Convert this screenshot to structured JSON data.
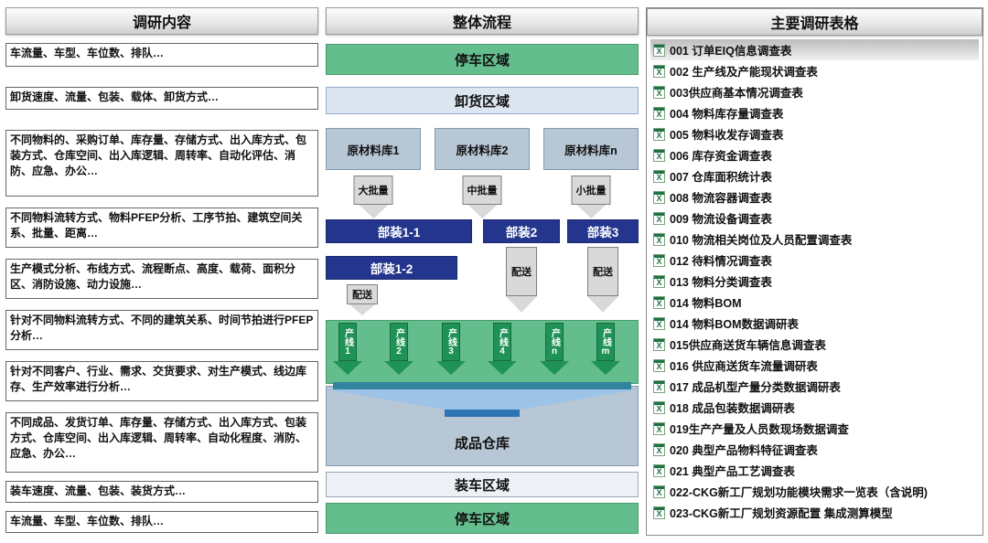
{
  "palette": {
    "green": "#63BD8C",
    "dark_green": "#1F9255",
    "navy": "#23358C",
    "gray_blue": "#B7C7D5",
    "light_blue": "#DCE6F1",
    "arrow_gray": "#D9D9D9",
    "funnel_light": "#9DC3E6",
    "funnel_dark": "#2E75B6",
    "funnel_teal": "#31849B",
    "excel_green": "#1E7145"
  },
  "left": {
    "header": "调研内容",
    "items": [
      "车流量、车型、车位数、排队…",
      "卸货速度、流量、包装、载体、卸货方式…",
      "不同物料的、采购订单、库存量、存储方式、出入库方式、包装方式、仓库空间、出入库逻辑、周转率、自动化评估、消防、应急、办公…",
      "不同物料流转方式、物料PFEP分析、工序节拍、建筑空间关系、批量、距离…",
      "生产模式分析、布线方式、流程断点、高度、载荷、面积分区、消防设施、动力设施…",
      "针对不同物料流转方式、不同的建筑关系、时间节拍进行PFEP分析…",
      "针对不同客户、行业、需求、交货要求、对生产模式、线边库存、生产效率进行分析…",
      "不同成品、发货订单、库存量、存储方式、出入库方式、包装方式、仓库空间、出入库逻辑、周转率、自动化程度、消防、应急、办公…",
      "装车速度、流量、包装、装货方式…",
      "车流量、车型、车位数、排队…"
    ]
  },
  "flow": {
    "header": "整体流程",
    "parking_top": "停车区域",
    "unloading": "卸货区域",
    "warehouses": [
      "原材料库1",
      "原材料库2",
      "原材料库n"
    ],
    "batch_labels": [
      "大批量",
      "中批量",
      "小批量"
    ],
    "subassemblies": [
      "部装1-1",
      "部装2",
      "部装3"
    ],
    "subassembly_2": "部装1-2",
    "delivery": "配送",
    "lines": [
      "产线1",
      "产线2",
      "产线3",
      "产线4",
      "产线n",
      "产线m"
    ],
    "finished_warehouse": "成品仓库",
    "loading": "装车区域",
    "parking_bottom": "停车区域"
  },
  "right": {
    "header": "主要调研表格",
    "file_icon": "excel-spreadsheet-icon",
    "items": [
      "001 订单EIQ信息调查表",
      "002 生产线及产能现状调查表",
      "003供应商基本情况调查表",
      "004 物料库存量调查表",
      "005 物料收发存调查表",
      "006 库存资金调查表",
      "007 仓库面积统计表",
      "008 物流容器调查表",
      "009 物流设备调查表",
      "010 物流相关岗位及人员配置调查表",
      "012 待料情况调查表",
      "013 物料分类调查表",
      "014 物料BOM",
      "014 物料BOM数据调研表",
      "015供应商送货车辆信息调查表",
      "016 供应商送货车流量调研表",
      "017 成品机型产量分类数据调研表",
      "018 成品包装数据调研表",
      "019生产产量及人员数现场数据调查",
      "020 典型产品物料特征调查表",
      "021 典型产品工艺调查表",
      "022-CKG新工厂规划功能模块需求一览表（含说明)",
      "023-CKG新工厂规划资源配置 集成测算模型"
    ]
  }
}
